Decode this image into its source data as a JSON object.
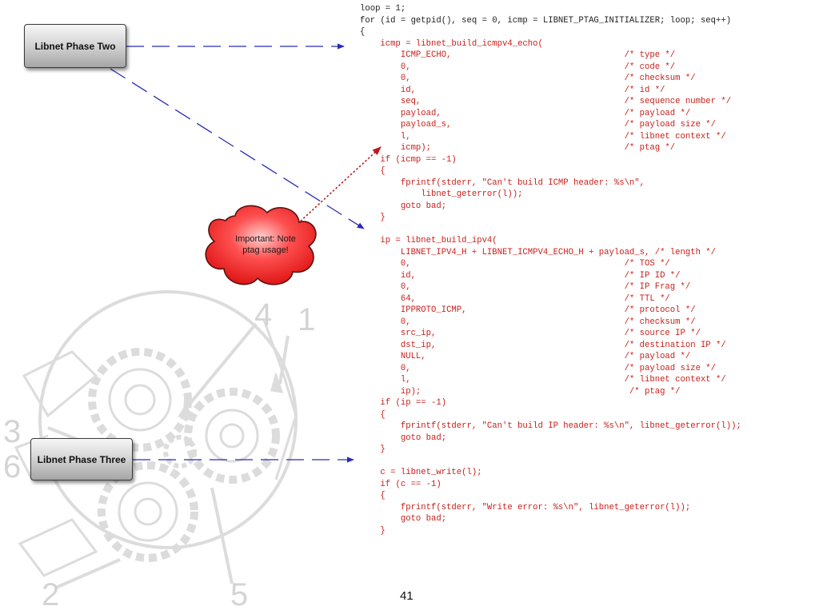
{
  "code": {
    "lines": [
      {
        "text": "loop = 1;",
        "color": "plain"
      },
      {
        "text": "for (id = getpid(), seq = 0, icmp = LIBNET_PTAG_INITIALIZER; loop; seq++)",
        "color": "plain"
      },
      {
        "text": "{",
        "color": "plain"
      },
      {
        "text": "    icmp = libnet_build_icmpv4_echo(",
        "color": "red"
      },
      {
        "text": "        ICMP_ECHO,                                  /* type */",
        "color": "red"
      },
      {
        "text": "        0,                                          /* code */",
        "color": "red"
      },
      {
        "text": "        0,                                          /* checksum */",
        "color": "red"
      },
      {
        "text": "        id,                                         /* id */",
        "color": "red"
      },
      {
        "text": "        seq,                                        /* sequence number */",
        "color": "red"
      },
      {
        "text": "        payload,                                    /* payload */",
        "color": "red"
      },
      {
        "text": "        payload_s,                                  /* payload size */",
        "color": "red"
      },
      {
        "text": "        l,                                          /* libnet context */",
        "color": "red"
      },
      {
        "text": "        icmp);                                      /* ptag */",
        "color": "red"
      },
      {
        "text": "    if (icmp == -1)",
        "color": "red"
      },
      {
        "text": "    {",
        "color": "red"
      },
      {
        "text": "        fprintf(stderr, \"Can't build ICMP header: %s\\n\",",
        "color": "red"
      },
      {
        "text": "            libnet_geterror(l));",
        "color": "red"
      },
      {
        "text": "        goto bad;",
        "color": "red"
      },
      {
        "text": "    }",
        "color": "red"
      },
      {
        "text": "",
        "color": "red"
      },
      {
        "text": "    ip = libnet_build_ipv4(",
        "color": "red"
      },
      {
        "text": "        LIBNET_IPV4_H + LIBNET_ICMPV4_ECHO_H + payload_s, /* length */",
        "color": "red"
      },
      {
        "text": "        0,                                          /* TOS */",
        "color": "red"
      },
      {
        "text": "        id,                                         /* IP ID */",
        "color": "red"
      },
      {
        "text": "        0,                                          /* IP Frag */",
        "color": "red"
      },
      {
        "text": "        64,                                         /* TTL */",
        "color": "red"
      },
      {
        "text": "        IPPROTO_ICMP,                               /* protocol */",
        "color": "red"
      },
      {
        "text": "        0,                                          /* checksum */",
        "color": "red"
      },
      {
        "text": "        src_ip,                                     /* source IP */",
        "color": "red"
      },
      {
        "text": "        dst_ip,                                     /* destination IP */",
        "color": "red"
      },
      {
        "text": "        NULL,                                       /* payload */",
        "color": "red"
      },
      {
        "text": "        0,                                          /* payload size */",
        "color": "red"
      },
      {
        "text": "        l,                                          /* libnet context */",
        "color": "red"
      },
      {
        "text": "        ip);                                         /* ptag */",
        "color": "red"
      },
      {
        "text": "    if (ip == -1)",
        "color": "red"
      },
      {
        "text": "    {",
        "color": "red"
      },
      {
        "text": "        fprintf(stderr, \"Can't build IP header: %s\\n\", libnet_geterror(l));",
        "color": "red"
      },
      {
        "text": "        goto bad;",
        "color": "red"
      },
      {
        "text": "    }",
        "color": "red"
      },
      {
        "text": "",
        "color": "red"
      },
      {
        "text": "    c = libnet_write(l);",
        "color": "red"
      },
      {
        "text": "    if (c == -1)",
        "color": "red"
      },
      {
        "text": "    {",
        "color": "red"
      },
      {
        "text": "        fprintf(stderr, \"Write error: %s\\n\", libnet_geterror(l));",
        "color": "red"
      },
      {
        "text": "        goto bad;",
        "color": "red"
      },
      {
        "text": "    }",
        "color": "red"
      }
    ]
  },
  "labels": {
    "phase_two": "Libnet Phase Two",
    "phase_three": "Libnet Phase Three",
    "note_line1": "Important: Note",
    "note_line2": "ptag usage!"
  },
  "gear_numbers": [
    "1",
    "2",
    "3",
    "4",
    "5",
    "6"
  ],
  "page_number": "41",
  "colors": {
    "code_red": "#c8201b",
    "arrow_blue": "#2b2bb8",
    "note_arrow_red": "#b02020",
    "cloud_red": "#ff3a3a"
  }
}
